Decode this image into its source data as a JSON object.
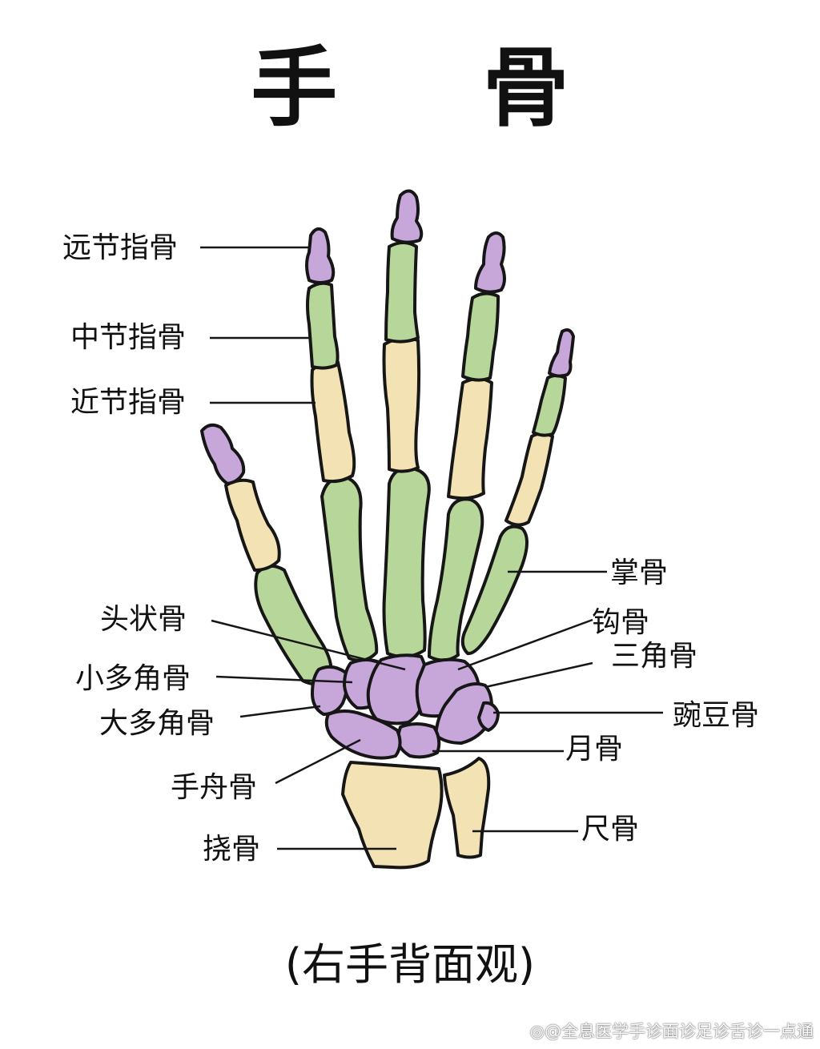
{
  "title": "手 骨",
  "subtitle": "(右手背面观)",
  "watermark": "@全息医学手诊面诊足诊舌诊一点通",
  "colors": {
    "distal": "#c7a6d9",
    "middle": "#b7d69a",
    "proximal": "#f3e2b3",
    "metacarpal": "#b7d69a",
    "carpal": "#c7a6d9",
    "forearm": "#f3e2b3",
    "outline": "#161616"
  },
  "labels": {
    "distal_phalanx": "远节指骨",
    "middle_phalanx": "中节指骨",
    "proximal_phalanx": "近节指骨",
    "capitate": "头状骨",
    "trapezoid": "小多角骨",
    "trapezium": "大多角骨",
    "scaphoid": "手舟骨",
    "radius": "挠骨",
    "metacarpal": "掌骨",
    "hamate": "钩骨",
    "triquetrum": "三角骨",
    "pisiform": "豌豆骨",
    "lunate": "月骨",
    "ulna": "尺骨"
  },
  "icons": {
    "weibo": "weibo-icon"
  }
}
